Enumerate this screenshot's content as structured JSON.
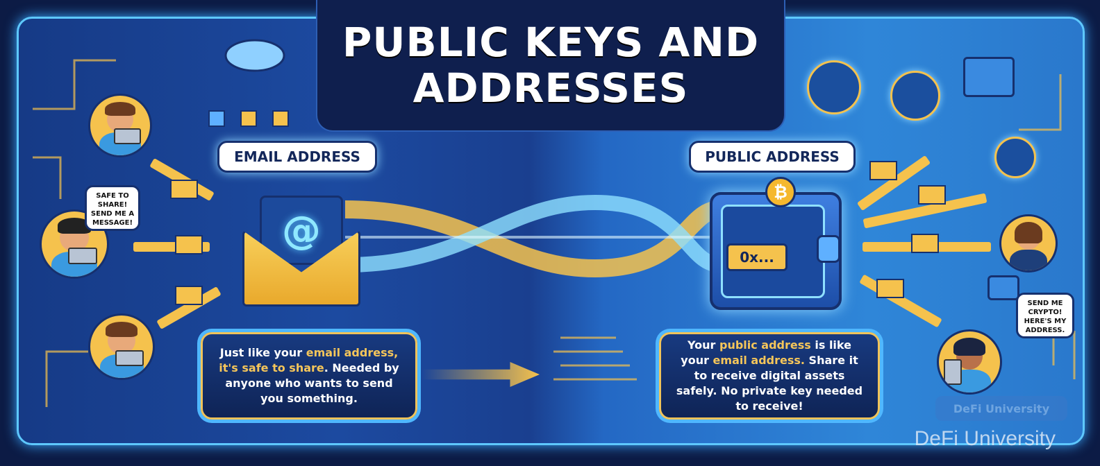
{
  "title": {
    "line1": "PUBLIC KEYS AND",
    "line2": "ADDRESSES"
  },
  "left": {
    "label": "EMAIL ADDRESS",
    "envelope_symbol": "@",
    "bubble": "SAFE TO SHARE! SEND ME A MESSAGE!",
    "text": {
      "pre": "Just like your ",
      "hl": "email address, it's safe to share",
      "post": ". Needed by anyone who wants to send you something."
    }
  },
  "right": {
    "label": "PUBLIC ADDRESS",
    "wallet_text": "0x...",
    "coin_symbol": "₿",
    "bubble": "SEND ME CRYPTO! HERE'S MY ADDRESS.",
    "text": {
      "pre": "Your ",
      "hl1": "public address",
      "mid": " is like your ",
      "hl2": "email address.",
      "post": " Share it to receive digital assets safely. No private key needed to receive!"
    }
  },
  "watermark": "DeFi University",
  "watermark_inner": "DeFi University",
  "colors": {
    "accent": "#f5c24d",
    "glow": "#5ec8ff",
    "navy": "#0f1f4e"
  }
}
